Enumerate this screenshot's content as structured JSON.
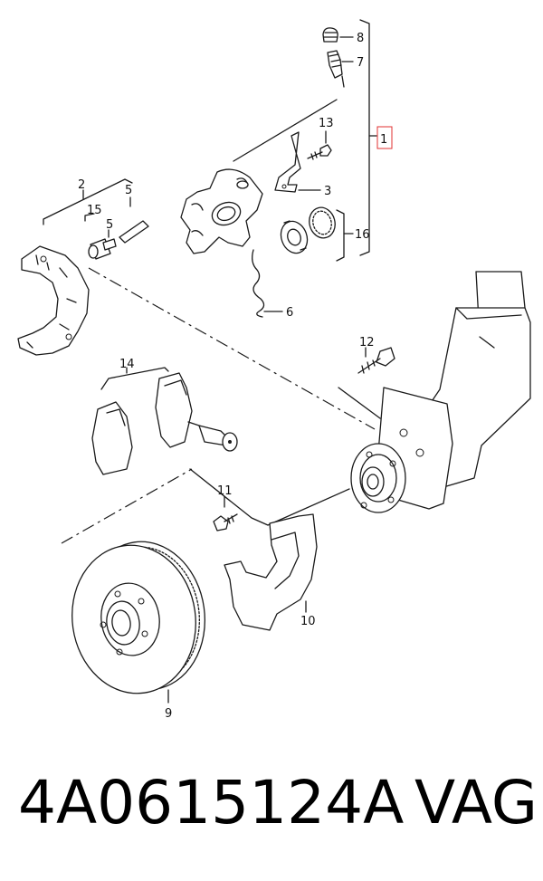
{
  "callouts": {
    "c1": "1",
    "c2": "2",
    "c3": "3",
    "c5a": "5",
    "c5b": "5",
    "c6": "6",
    "c7": "7",
    "c8": "8",
    "c9": "9",
    "c10": "10",
    "c11": "11",
    "c12": "12",
    "c13": "13",
    "c14": "14",
    "c15": "15",
    "c16": "16"
  },
  "highlight_color": "#e03030",
  "footer": {
    "part_number": "4A0615124A",
    "brand": "VAG"
  }
}
